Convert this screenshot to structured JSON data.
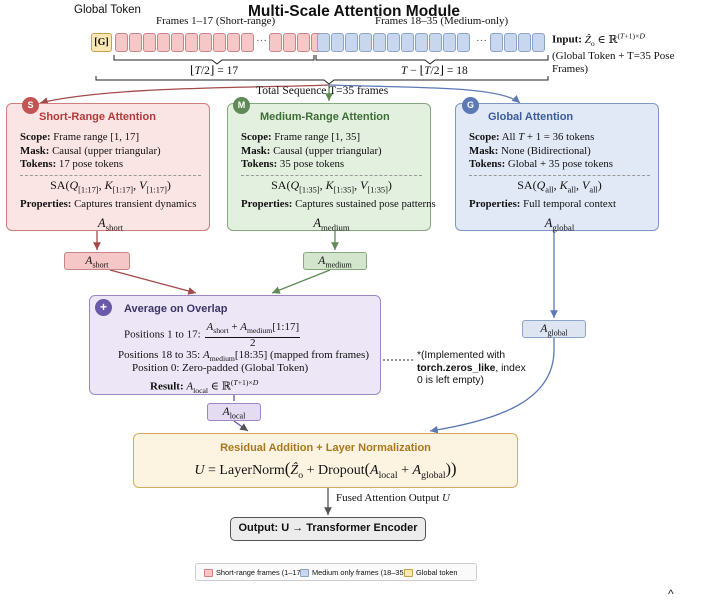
{
  "title": "Multi-Scale Attention Module",
  "sequence": {
    "global_token_label": "Global Token",
    "global_token": "[G]",
    "short_range_label": "Frames 1–17 (Short-range)",
    "medium_label": "Frames 18–35 (Medium-only)",
    "ellipsis": "···",
    "floor_half": "⌊T/2⌋ = 17",
    "remainder": "T − ⌊T/2⌋ = 18",
    "total": "Total Sequence T=35 frames",
    "input_prefix": "Input:",
    "input_formula": "Ẑₒ ∈ ℝ^(T+1)×D",
    "input_note": "(Global Token + T=35 Pose Frames)"
  },
  "panels": {
    "short": {
      "badge": "S",
      "title": "Short-Range Attention",
      "scope_label": "Scope:",
      "scope": "Frame range [1, 17]",
      "mask_label": "Mask:",
      "mask": "Causal (upper triangular)",
      "tokens_label": "Tokens:",
      "tokens": "17 pose tokens",
      "formula": "SA(Q[1:17], K[1:17], V[1:17])",
      "props_label": "Properties:",
      "props": "Captures transient dynamics",
      "output": "A_short"
    },
    "medium": {
      "badge": "M",
      "title": "Medium-Range Attention",
      "scope_label": "Scope:",
      "scope": "Frame range [1, 35]",
      "mask_label": "Mask:",
      "mask": "Causal (upper triangular)",
      "tokens_label": "Tokens:",
      "tokens": "35 pose tokens",
      "formula": "SA(Q[1:35], K[1:35], V[1:35])",
      "props_label": "Properties:",
      "props": "Captures sustained pose patterns",
      "output": "A_medium"
    },
    "global": {
      "badge": "G",
      "title": "Global Attention",
      "scope_label": "Scope:",
      "scope": "All T + 1 = 36 tokens",
      "mask_label": "Mask:",
      "mask": "None (Bidirectional)",
      "tokens_label": "Tokens:",
      "tokens": "Global + 35 pose tokens",
      "formula": "SA(Q_all, K_all, V_all)",
      "props_label": "Properties:",
      "props": "Full temporal context",
      "output": "A_global"
    }
  },
  "mini_labels": {
    "short": "A_short",
    "medium": "A_medium",
    "global": "A_global",
    "local": "A_local"
  },
  "average": {
    "badge": "+",
    "title": "Average on Overlap",
    "row1_label": "Positions 1 to 17:",
    "row1_num": "A_short + A_medium[1:17]",
    "row1_den": "2",
    "row2_label": "Positions 18 to 35:",
    "row2_expr": "A_medium[18:35]",
    "row2_note": "(mapped from frames)",
    "row3": "Position 0: Zero-padded (Global Token)",
    "result_label": "Result:",
    "result_expr": "A_local ∈ ℝ^(T+1)×D"
  },
  "note": {
    "line1": "*(Implemented with",
    "line2_code": "torch.zeros_like",
    "line2_rest": ", index",
    "line3": "0 is left empty)"
  },
  "residual": {
    "title": "Residual Addition + Layer Normalization",
    "equation": "U = LayerNorm(Ẑₒ + Dropout(A_local + A_global))"
  },
  "fused_label": "Fused Attention Output U",
  "output_box": "Output: U → Transformer Encoder",
  "legend": [
    {
      "label": "Short-range frames (1–17)",
      "color": "#f6c7c7",
      "border": "#c98585"
    },
    {
      "label": "Medium only frames (18–35)",
      "color": "#c9d7ee",
      "border": "#8da4c9"
    },
    {
      "label": "Global token",
      "color": "#fbe7b3",
      "border": "#c8a14a"
    }
  ],
  "colors": {
    "short": "#c25454",
    "medium": "#5f8a56",
    "global": "#5c78b5",
    "average": "#6a58a8",
    "residual": "#d6ad5e",
    "arrow": "#555555"
  }
}
